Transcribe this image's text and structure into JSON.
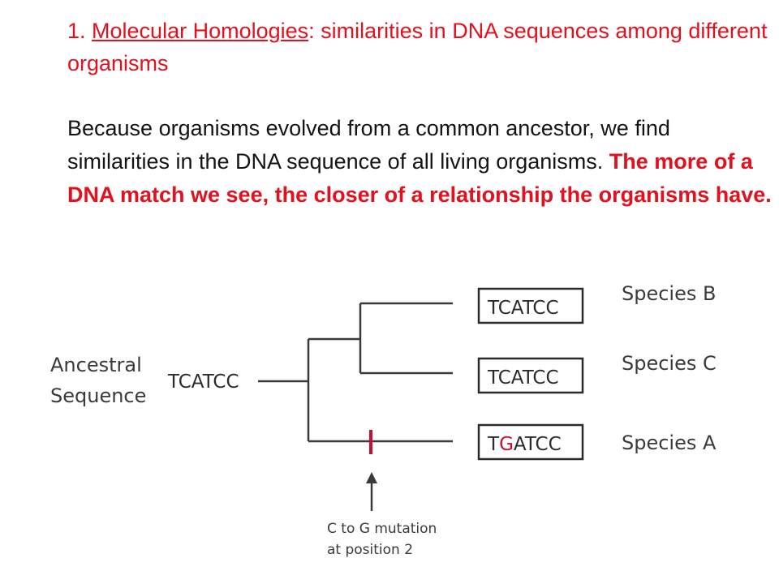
{
  "heading": {
    "number": "1. ",
    "title": "Molecular Homologies",
    "colon": ":",
    "description": " similarities in DNA sequences among different organisms"
  },
  "body": {
    "plain": "Because organisms evolved from a common ancestor, we find similarities in the DNA sequence of all living organisms. ",
    "emphasis": "The more of a DNA match we see, the closer of a relationship the organisms have."
  },
  "diagram": {
    "ancestral_label_line1": "Ancestral",
    "ancestral_label_line2": "Sequence",
    "ancestral_sequence": "TCATCC",
    "species": [
      {
        "sequence": "TCATCC",
        "name": "Species B"
      },
      {
        "sequence": "TCATCC",
        "name": "Species C"
      },
      {
        "sequence_prefix": "T",
        "sequence_mutation": "G",
        "sequence_suffix": "ATCC",
        "name": "Species A"
      }
    ],
    "mutation_note_line1": "C to G mutation",
    "mutation_note_line2": "at position 2",
    "colors": {
      "text_accent": "#e3101e",
      "line": "#3a3a3a",
      "mutation_mark": "#c8102e"
    }
  }
}
